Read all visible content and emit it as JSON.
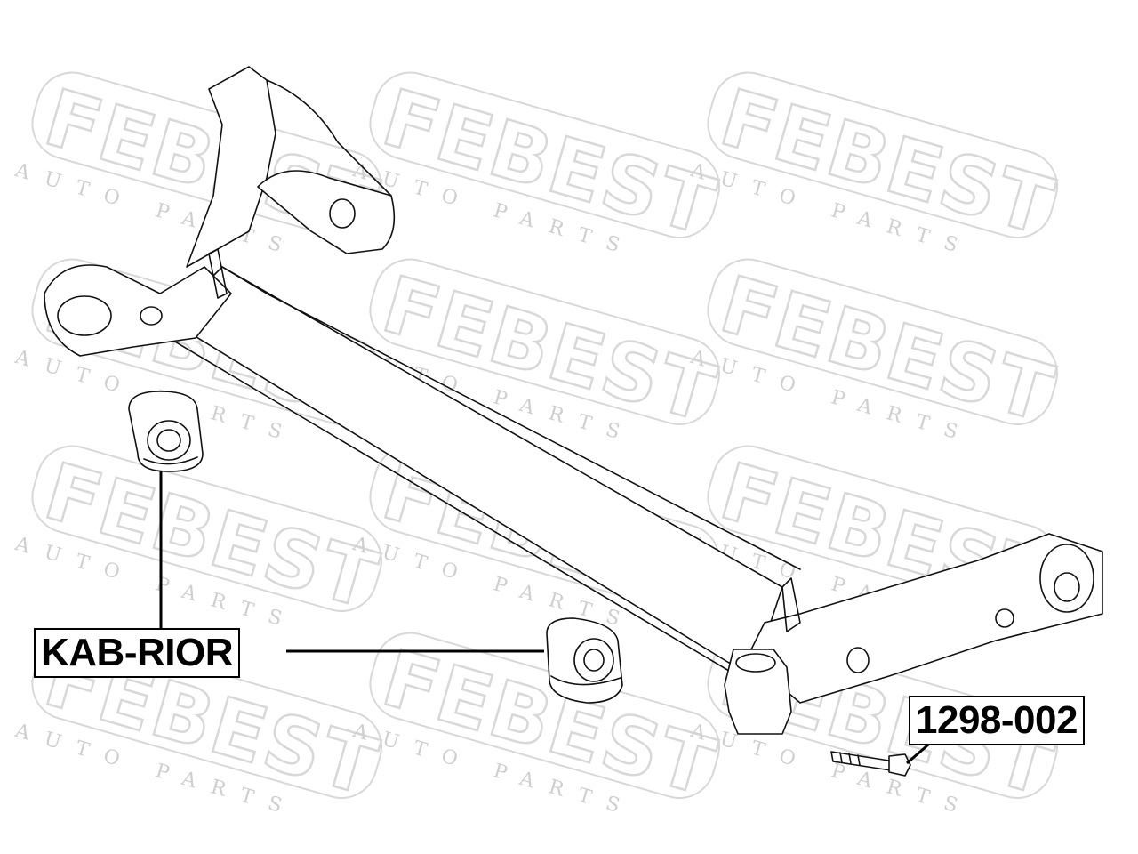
{
  "watermark": {
    "logo_text": "FEBEST",
    "sub_text": "AUTO PARTS"
  },
  "parts": [
    {
      "number": "KAB-RIOR"
    },
    {
      "number": "1298-002"
    }
  ],
  "colors": {
    "line": "#111111",
    "watermark": "#d8d8d8",
    "background": "#ffffff"
  }
}
